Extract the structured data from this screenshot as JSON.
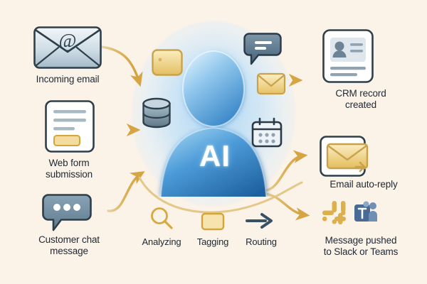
{
  "diagram": {
    "title_text": "AI",
    "background_color": "#fbf2e8",
    "accent_arrow_color": "#d9a93f",
    "glow_color": "#addaf5",
    "text_color": "#212b36"
  },
  "inputs": [
    {
      "id": "incoming-email",
      "label": "Incoming email",
      "icon": "envelope-at-icon",
      "icon_color": "#9fb5c4"
    },
    {
      "id": "web-form-submission",
      "label": "Web form\nsubmission",
      "icon": "web-form-icon",
      "icon_color": "#ffffff"
    },
    {
      "id": "customer-chat-message",
      "label": "Customer chat\nmessage",
      "icon": "chat-bubble-icon",
      "icon_color": "#6b8599"
    }
  ],
  "center": {
    "label": "AI",
    "avatar_icon": "ai-person-avatar-icon",
    "orbit_icons": [
      {
        "id": "tag",
        "name": "tag-icon",
        "color": "#f0d27a"
      },
      {
        "id": "database",
        "name": "database-cylinder-icon",
        "color": "#708a9c"
      },
      {
        "id": "chat",
        "name": "speech-bubble-icon",
        "color": "#5d7689"
      },
      {
        "id": "mail",
        "name": "envelope-icon",
        "color": "#f5d68a"
      },
      {
        "id": "calendar",
        "name": "calendar-icon",
        "color": "#33424e"
      }
    ]
  },
  "steps": [
    {
      "id": "analyzing",
      "label": "Analyzing",
      "icon": "magnifier-icon",
      "icon_color": "#d9a93f"
    },
    {
      "id": "tagging",
      "label": "Tagging",
      "icon": "tag-square-icon",
      "icon_color": "#d9a93f"
    },
    {
      "id": "routing",
      "label": "Routing",
      "icon": "arrow-right-icon",
      "icon_color": "#3e566a"
    }
  ],
  "outputs": [
    {
      "id": "crm-record-created",
      "label": "CRM record\ncreated",
      "icon": "contact-card-icon",
      "icon_color": "#ffffff"
    },
    {
      "id": "email-auto-reply",
      "label": "Email auto-reply",
      "icon": "envelope-reply-icon",
      "icon_color": "#f0c96a"
    },
    {
      "id": "message-pushed",
      "label": "Message pushed\nto Slack or Teams",
      "icon": "slack-teams-icon",
      "icon_color": "#e0b24f"
    }
  ]
}
